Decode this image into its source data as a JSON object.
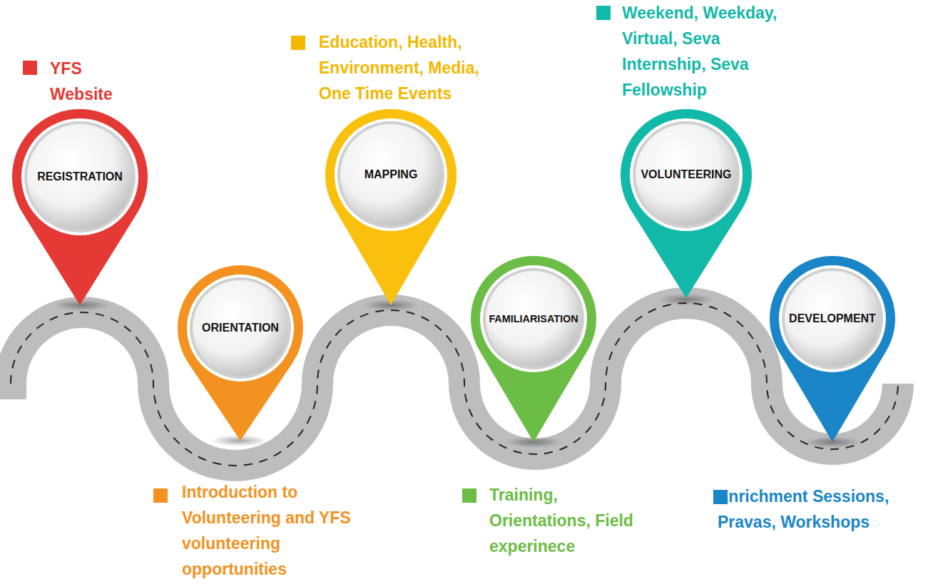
{
  "diagram": {
    "nodes": [
      {
        "text": [
          "REGISTRATION",
          "YFS Website"
        ]
      },
      {
        "text": [
          "ORIENTATION",
          "Introduction to Volunteering and YFS volunteering opportunities"
        ]
      },
      {
        "text": [
          "MAPPING",
          "Education, Health, Environment, Media, One Time Events"
        ]
      },
      {
        "text": [
          "FAMILIARISATION",
          "Training, Orientations, Field experinece"
        ]
      },
      {
        "text": [
          "VOLUNTEERING",
          "Weekend, Weekday, Virtual, Seva Internship, Seva Fellowship"
        ]
      },
      {
        "text": [
          "DEVELOPMENT",
          "Enrichment Sessions, Pravas, Workshops"
        ]
      }
    ]
  }
}
